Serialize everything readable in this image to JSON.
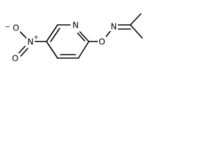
{
  "molecule": {
    "atoms": {
      "nitro_oxygen_top": "O",
      "nitro_oxygen_top_charge": "−",
      "nitro_nitrogen": "N",
      "nitro_nitrogen_charge": "+",
      "nitro_oxygen_bottom": "O",
      "pyridine_nitrogen": "N",
      "ether_oxygen": "O",
      "imine_nitrogen": "N"
    }
  },
  "colors": {
    "bond": "#000000",
    "label": "#000000",
    "background": "#ffffff"
  }
}
